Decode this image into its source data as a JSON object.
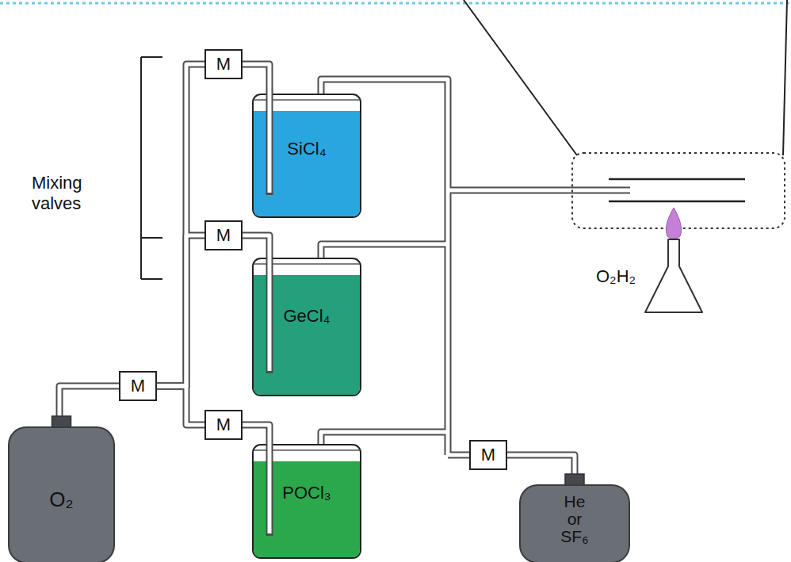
{
  "diagram": {
    "nodes": [
      {
        "text": [
          "M"
        ]
      },
      {
        "text": [
          "SiCl₄"
        ]
      },
      {
        "text": [
          "M"
        ]
      },
      {
        "text": [
          "GeCl₄"
        ]
      },
      {
        "text": [
          "M"
        ]
      },
      {
        "text": [
          "M"
        ]
      },
      {
        "text": [
          "POCl₃"
        ]
      },
      {
        "text": [
          "M"
        ]
      },
      {
        "text": [
          "O₂"
        ]
      },
      {
        "text": [
          "He or SF₆"
        ]
      }
    ],
    "edges": [
      {
        "from": 8,
        "to": 4,
        "arrow": "none"
      },
      {
        "from": 4,
        "to": 0,
        "arrow": "none"
      },
      {
        "from": 4,
        "to": 2,
        "arrow": "none"
      },
      {
        "from": 4,
        "to": 5,
        "arrow": "none"
      },
      {
        "from": 0,
        "to": 1,
        "arrow": "none"
      },
      {
        "from": 2,
        "to": 3,
        "arrow": "none"
      },
      {
        "from": 5,
        "to": 6,
        "arrow": "none"
      },
      {
        "from": 9,
        "to": 7,
        "arrow": "none"
      }
    ],
    "labels": [
      "Mixing valves",
      "O₂H₂"
    ]
  }
}
